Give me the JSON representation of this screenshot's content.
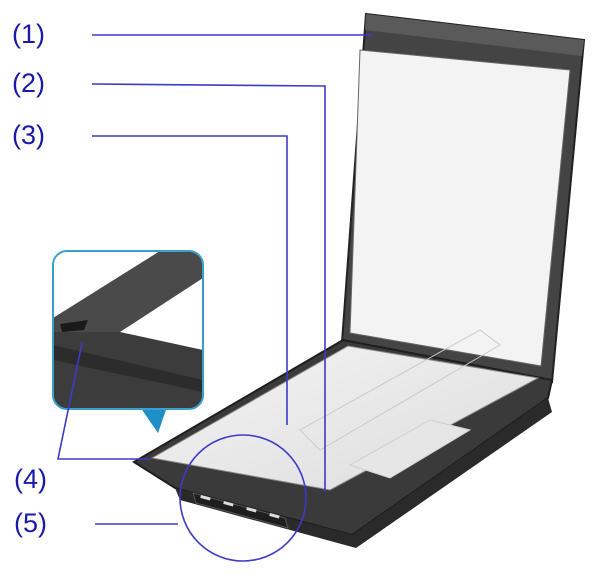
{
  "labels": [
    "(1)",
    "(2)",
    "(3)",
    "(4)",
    "(5)"
  ],
  "colors": {
    "callout": "#3b3bc8",
    "label": "#1a1aa8",
    "inset_border": "#3aa0cc",
    "body": "#3c3c3c"
  }
}
